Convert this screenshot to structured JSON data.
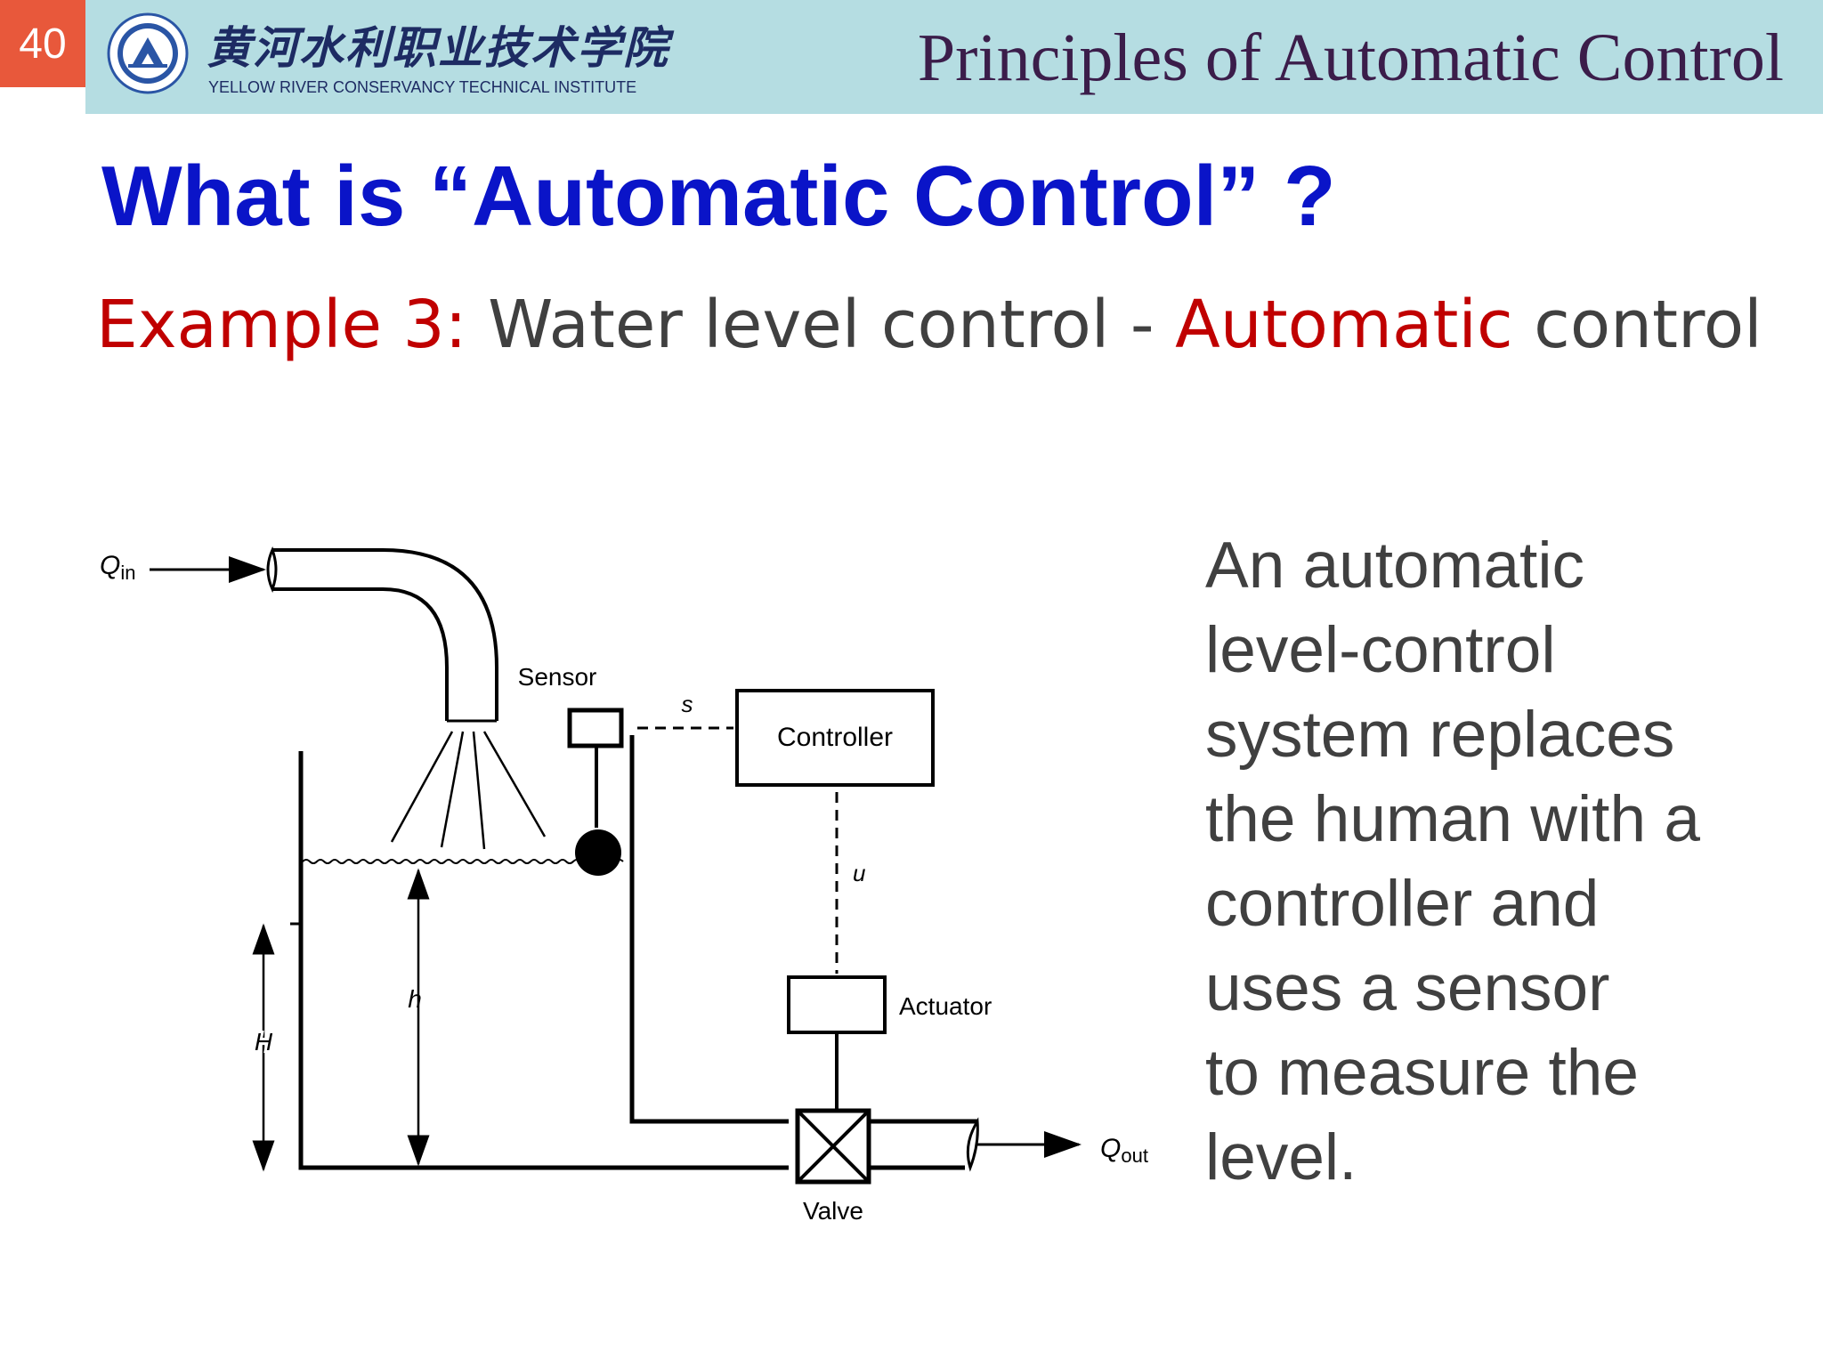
{
  "header": {
    "slide_number": "40",
    "school_name_cn": "黄河水利职业技术学院",
    "school_name_en": "YELLOW RIVER CONSERVANCY TECHNICAL INSTITUTE",
    "course_title": "Principles of Automatic Control",
    "colors": {
      "band": "#b5dde2",
      "badge": "#e8583b"
    }
  },
  "title": "What is “Automatic Control” ?",
  "subtitle": {
    "label": "Example 3:",
    "topic": " Water level control - ",
    "highlight": "Automatic",
    "tail": " control"
  },
  "diagram": {
    "q_in": "Q",
    "q_in_sub": "in",
    "q_out": "Q",
    "q_out_sub": "out",
    "sensor": "Sensor",
    "signal_s": "s",
    "controller": "Controller",
    "signal_u": "u",
    "actuator": "Actuator",
    "valve": "Valve",
    "level_h": "h",
    "height_H": "H"
  },
  "body": {
    "lines": [
      "An automatic",
      "level-control",
      "system replaces",
      "the human with a",
      "controller and",
      "uses a sensor",
      "to measure the",
      "level."
    ]
  }
}
